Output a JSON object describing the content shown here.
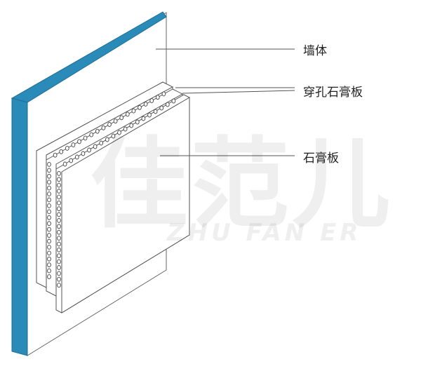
{
  "diagram": {
    "labels": {
      "wall": "墙体",
      "perforated_gypsum_board": "穿孔石膏板",
      "gypsum_board": "石膏板"
    },
    "watermark": {
      "logo": "佳范儿",
      "text": "ZHU FAN ER"
    },
    "colors": {
      "wall_edge": "#2a8ab8",
      "line": "#6a6a6a",
      "text": "#222222"
    },
    "hole_icon": "circle"
  }
}
